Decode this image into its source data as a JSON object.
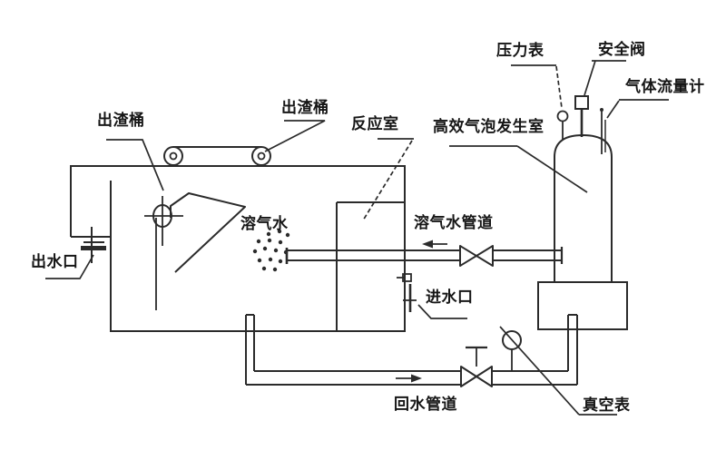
{
  "diagram": {
    "type": "process-flow-schematic",
    "colors": {
      "line": "#2b2b2b",
      "background": "#ffffff",
      "text": "#161616"
    },
    "labels": {
      "slag_bucket_left": "出渣桶",
      "slag_bucket_right": "出渣桶",
      "reaction_chamber": "反应室",
      "pressure_gauge": "压力表",
      "safety_valve": "安全阀",
      "gas_flow_meter": "气体流量计",
      "bubble_generator": "高效气泡发生室",
      "dissolved_air_water": "溶气水",
      "dissolved_air_pipe": "溶气水管道",
      "water_outlet": "出水口",
      "water_inlet": "进水口",
      "return_pipe": "回水管道",
      "vacuum_gauge": "真空表"
    },
    "components": [
      "flotation-tank",
      "slag-conveyor",
      "skimmer-wheel",
      "scraper-plate",
      "spray-bubbles",
      "outlet-fitting",
      "reaction-chamber",
      "inlet-fitting",
      "dissolved-air-pipe",
      "pipe-valve",
      "bubble-generator-tank",
      "generator-base",
      "safety-valve-symbol",
      "pressure-gauge-symbol",
      "gas-flow-meter-symbol",
      "return-pipe",
      "return-valve",
      "vacuum-gauge-symbol"
    ]
  }
}
